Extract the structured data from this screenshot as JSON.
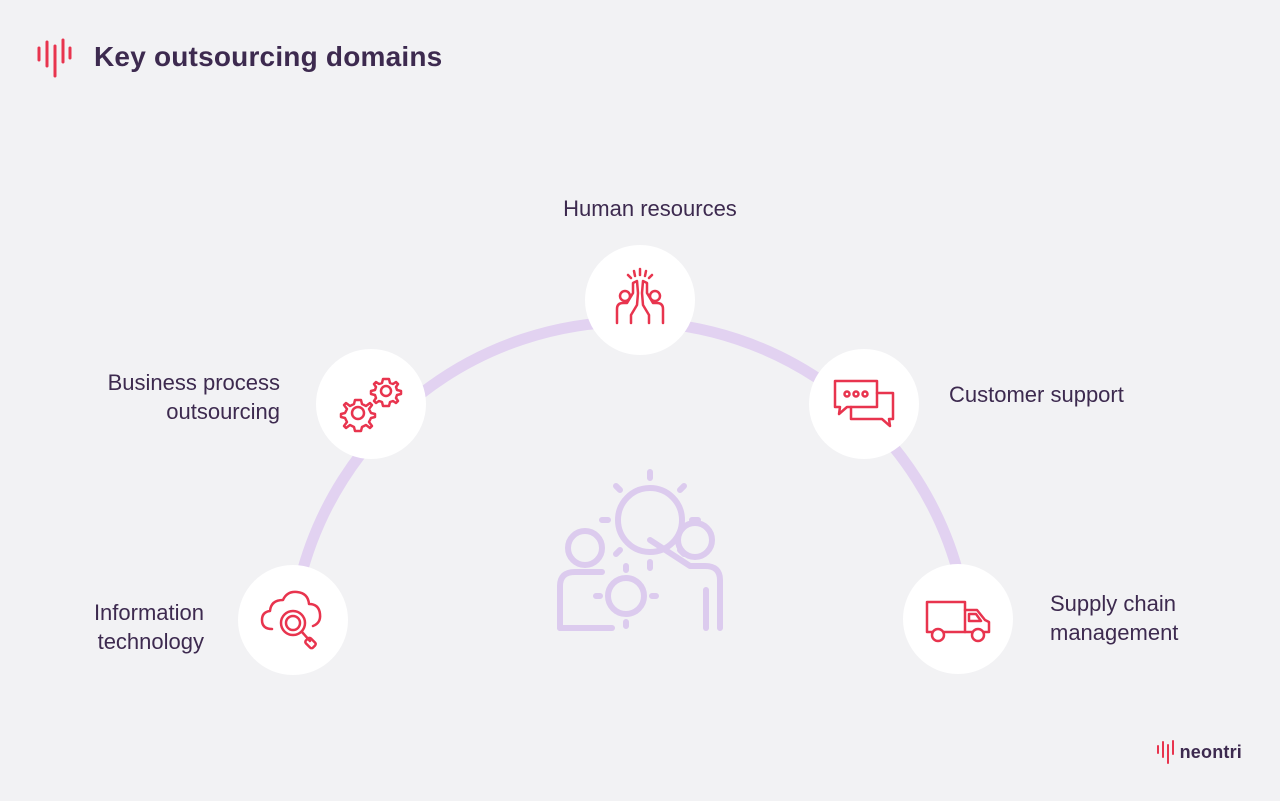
{
  "header": {
    "title": "Key outsourcing domains",
    "logo_icon": "neontri-waveform-icon"
  },
  "diagram": {
    "domains": [
      {
        "label": "Information\ntechnology",
        "icon": "cloud-search-icon"
      },
      {
        "label": "Business process\noutsourcing",
        "icon": "gears-icon"
      },
      {
        "label": "Human resources",
        "icon": "high-five-icon"
      },
      {
        "label": "Customer support",
        "icon": "chat-bubbles-icon"
      },
      {
        "label": "Supply chain\nmanagement",
        "icon": "truck-icon"
      }
    ],
    "center_icon": "person-gears-icon"
  },
  "brand": {
    "name": "neontri",
    "logo_icon": "neontri-waveform-icon"
  },
  "colors": {
    "background": "#f2f2f4",
    "title_text": "#3d2a4f",
    "accent_red": "#e8344e",
    "arc_lavender": "#e2d2f1",
    "center_icon_lavender": "#dccbee",
    "circle_fill": "#ffffff"
  }
}
